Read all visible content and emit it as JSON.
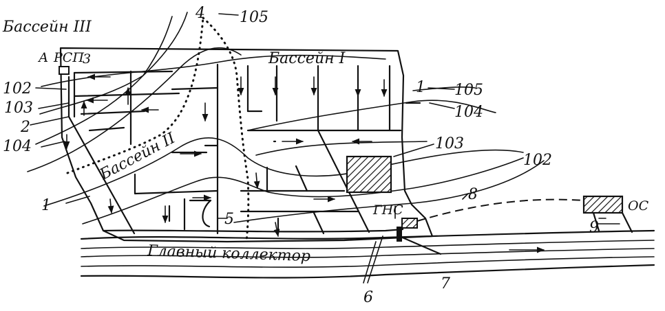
{
  "labels": {
    "basin1": "Бассейн I",
    "basin2": "Бассейн II",
    "basin3": "Бассейн III",
    "a": "А",
    "rsp": "РСП",
    "gns": "ГНС",
    "os": "ОС",
    "main_collector": "Главный коллектор",
    "n1_left": "1",
    "n1_right": "1",
    "n2": "2",
    "n3": "3",
    "n4": "4",
    "n5": "5",
    "n6": "6",
    "n7": "7",
    "n8": "8",
    "n9": "9",
    "c102_left": "102",
    "c103_left": "103",
    "c104_left": "104",
    "c105_top": "105",
    "c105_right": "105",
    "c104_right": "104",
    "c103_right": "103",
    "c102_right": "102"
  }
}
